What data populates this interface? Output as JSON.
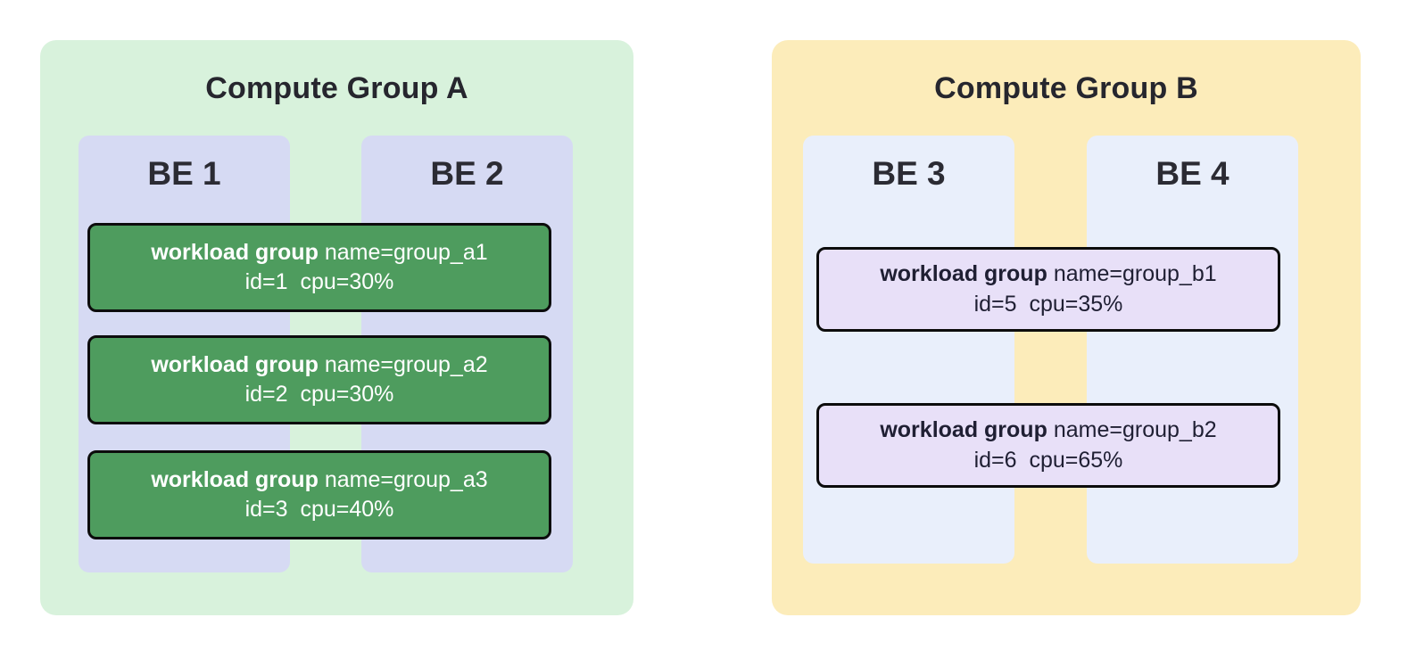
{
  "groups": [
    {
      "title": "Compute Group A",
      "backends": [
        {
          "label": "BE 1"
        },
        {
          "label": "BE 2"
        }
      ],
      "workloads": [
        {
          "bold": "workload group",
          "name": "name=group_a1",
          "details": "id=1  cpu=30%"
        },
        {
          "bold": "workload group",
          "name": "name=group_a2",
          "details": "id=2  cpu=30%"
        },
        {
          "bold": "workload group",
          "name": "name=group_a3",
          "details": "id=3  cpu=40%"
        }
      ],
      "colors": {
        "group_background": "#d8f2dc",
        "backend_background": "#d6daf3",
        "workload_fill": "#4e9c5e",
        "workload_border": "#0c0c0c",
        "workload_text": "#ffffff"
      }
    },
    {
      "title": "Compute Group B",
      "backends": [
        {
          "label": "BE 3"
        },
        {
          "label": "BE 4"
        }
      ],
      "workloads": [
        {
          "bold": "workload group",
          "name": "name=group_b1",
          "details": "id=5  cpu=35%"
        },
        {
          "bold": "workload group",
          "name": "name=group_b2",
          "details": "id=6  cpu=65%"
        }
      ],
      "colors": {
        "group_background": "#fcecba",
        "backend_background": "#e9effb",
        "workload_fill": "#e8e0f8",
        "workload_border": "#0c0c0c",
        "workload_text": "#1f1f33"
      }
    }
  ]
}
